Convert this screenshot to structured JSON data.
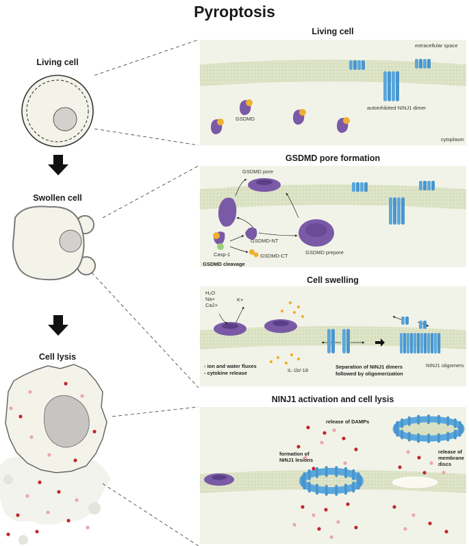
{
  "title": "Pyroptosis",
  "left_cells": {
    "living": "Living cell",
    "swollen": "Swollen cell",
    "lysis": "Cell lysis"
  },
  "panels": {
    "living": {
      "title": "Living cell",
      "extracellular": "extracellular space",
      "cytoplasm": "cytoplasm",
      "gsdmd": "GSDMD",
      "ninj1_dimer": "autoinhibited NINJ1 dimer"
    },
    "pore": {
      "title": "GSDMD pore formation",
      "gsdmd_pore": "GSDMD pore",
      "casp1": "Casp-1",
      "gsdmd_nt": "GSDMD-NT",
      "gsdmd_ct": "GSDMD-CT",
      "prepore": "GSDMD prepore",
      "cleavage": "GSDMD cleavage"
    },
    "swelling": {
      "title": "Cell swelling",
      "ions_line1": "H₂O",
      "ions_line2": "Na+",
      "ions_line3": "Ca2+",
      "k": "K+",
      "flux1": "- ion and water fluxes",
      "flux2": "- cytokine release",
      "il": "IL-1b/-18",
      "separation1": "Separation of NINJ1 dimers",
      "separation2": "followed by oligomerization",
      "oligomers": "NINJ1 oligomers"
    },
    "activation": {
      "title": "NINJ1 activation and cell lysis",
      "damps": "release of DAMPs",
      "lesions1": "formation of",
      "lesions2": "NINJ1 lesions",
      "discs1": "release of",
      "discs2": "membrane",
      "discs3": "discs"
    }
  },
  "colors": {
    "panel_bg": "#f2f3e8",
    "membrane": "#d9e1c2",
    "gsdmd": "#7a5aa6",
    "ninj1": "#5aa7de",
    "casp": "#f0b030",
    "damp_dark": "#c0282e",
    "damp_light": "#e8a8aa",
    "arrow": "#111111"
  }
}
